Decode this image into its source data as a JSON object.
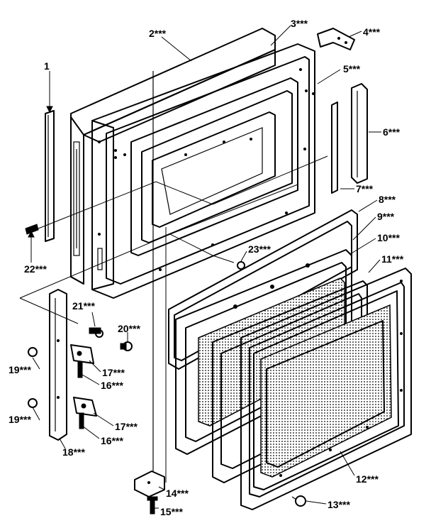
{
  "callouts": [
    {
      "id": "c1",
      "text": "1"
    },
    {
      "id": "c2",
      "text": "2***"
    },
    {
      "id": "c3",
      "text": "3***"
    },
    {
      "id": "c4",
      "text": "4***"
    },
    {
      "id": "c5",
      "text": "5***"
    },
    {
      "id": "c6",
      "text": "6***"
    },
    {
      "id": "c7",
      "text": "7***"
    },
    {
      "id": "c8",
      "text": "8***"
    },
    {
      "id": "c9",
      "text": "9***"
    },
    {
      "id": "c10",
      "text": "10***"
    },
    {
      "id": "c11",
      "text": "11***"
    },
    {
      "id": "c12",
      "text": "12***"
    },
    {
      "id": "c13",
      "text": "13***"
    },
    {
      "id": "c14",
      "text": "14***"
    },
    {
      "id": "c15",
      "text": "15***"
    },
    {
      "id": "c16a",
      "text": "16***"
    },
    {
      "id": "c16b",
      "text": "16***"
    },
    {
      "id": "c17a",
      "text": "17***"
    },
    {
      "id": "c17b",
      "text": "17***"
    },
    {
      "id": "c18",
      "text": "18***"
    },
    {
      "id": "c19a",
      "text": "19***"
    },
    {
      "id": "c19b",
      "text": "19***"
    },
    {
      "id": "c20",
      "text": "20***"
    },
    {
      "id": "c21",
      "text": "21***"
    },
    {
      "id": "c22",
      "text": "22***"
    },
    {
      "id": "c23",
      "text": "23***"
    }
  ]
}
